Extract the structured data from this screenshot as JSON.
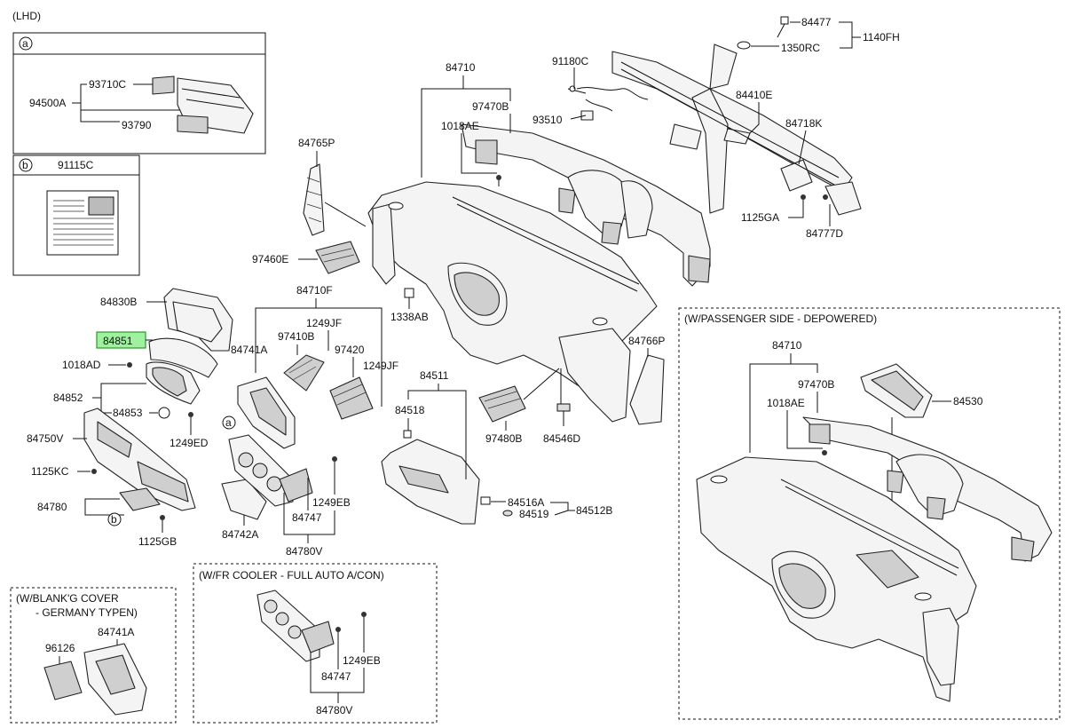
{
  "header": {
    "lhd": "(LHD)"
  },
  "insets": {
    "a": {
      "badge": "a",
      "part_main": "94500A",
      "part_top": "93710C",
      "part_bottom": "93790"
    },
    "b": {
      "badge": "b",
      "part": "91115C"
    },
    "blank_cover": {
      "title_line1": "(W/BLANK'G COVER",
      "title_line2": "- GERMANY TYPEN)",
      "parts": [
        "96126",
        "84741A"
      ]
    },
    "fr_cooler": {
      "title": "(W/FR COOLER - FULL AUTO A/CON)",
      "parts": [
        "1249EB",
        "84747",
        "84780V"
      ]
    },
    "passenger": {
      "title": "(W/PASSENGER SIDE - DEPOWERED)",
      "parts": [
        "84710",
        "97470B",
        "1018AE",
        "84530"
      ]
    }
  },
  "labels": {
    "p84477": "84477",
    "p1350RC": "1350RC",
    "p1140FH": "1140FH",
    "p91180C": "91180C",
    "p93510": "93510",
    "p84410E": "84410E",
    "p84718K": "84718K",
    "p1125GA": "1125GA",
    "p84777D": "84777D",
    "p84710": "84710",
    "p97470B": "97470B",
    "p1018AE": "1018AE",
    "p84765P": "84765P",
    "p97460E": "97460E",
    "p84710F": "84710F",
    "p1249JF_a": "1249JF",
    "p97410B": "97410B",
    "p97420": "97420",
    "p1249JF_b": "1249JF",
    "p1338AB": "1338AB",
    "p84766P": "84766P",
    "p84830B": "84830B",
    "p84851": "84851",
    "p1018AD": "1018AD",
    "p84741A": "84741A",
    "p84852": "84852",
    "p84853": "84853",
    "p1249ED": "1249ED",
    "p84750V": "84750V",
    "p1125KC": "1125KC",
    "p84780": "84780",
    "p1125GB": "1125GB",
    "p84742A": "84742A",
    "p1249EB": "1249EB",
    "p84747": "84747",
    "p84780V": "84780V",
    "p84511": "84511",
    "p84518": "84518",
    "p84516A": "84516A",
    "p84519": "84519",
    "p84512B": "84512B",
    "p97480B": "97480B",
    "p84546D": "84546D",
    "callout_a": "a",
    "callout_b": "b"
  },
  "highlight": {
    "part": "84851",
    "color": "#9ff09f"
  }
}
